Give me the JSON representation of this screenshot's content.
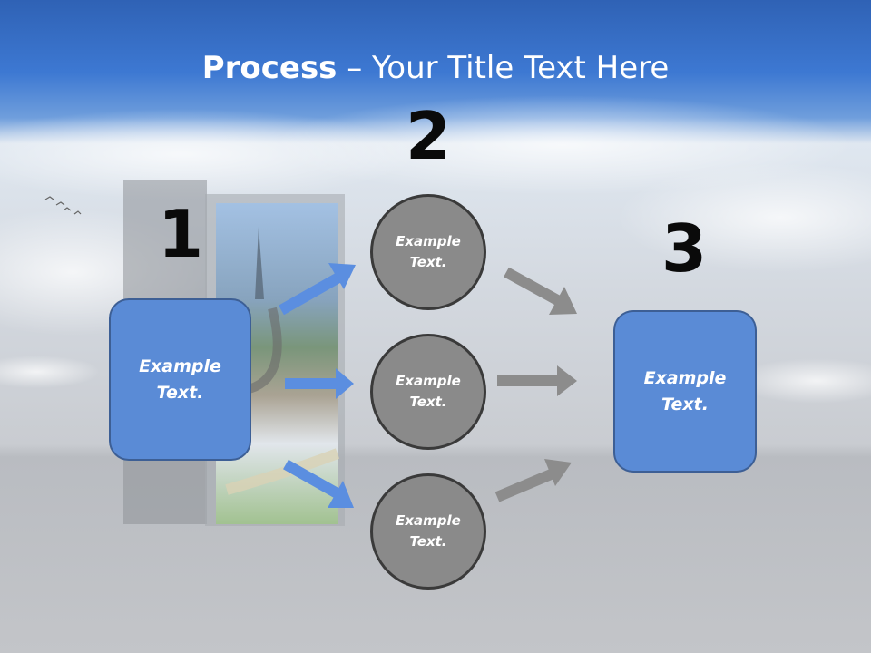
{
  "title": {
    "bold": "Process",
    "rest": " – Your Title Text Here"
  },
  "steps": [
    {
      "number": "1",
      "text": "Example\nText."
    },
    {
      "number": "2",
      "items": [
        "Example\nText.",
        "Example\nText.",
        "Example\nText."
      ]
    },
    {
      "number": "3",
      "text": "Example\nText."
    }
  ],
  "colors": {
    "box_fill": "#5a8bd6",
    "box_border": "#3d5f95",
    "circle_fill": "#8a8a8a",
    "circle_border": "#3a3a3a",
    "blue_arrow": "#5b8ee0",
    "gray_arrow": "#8c8c8c"
  }
}
